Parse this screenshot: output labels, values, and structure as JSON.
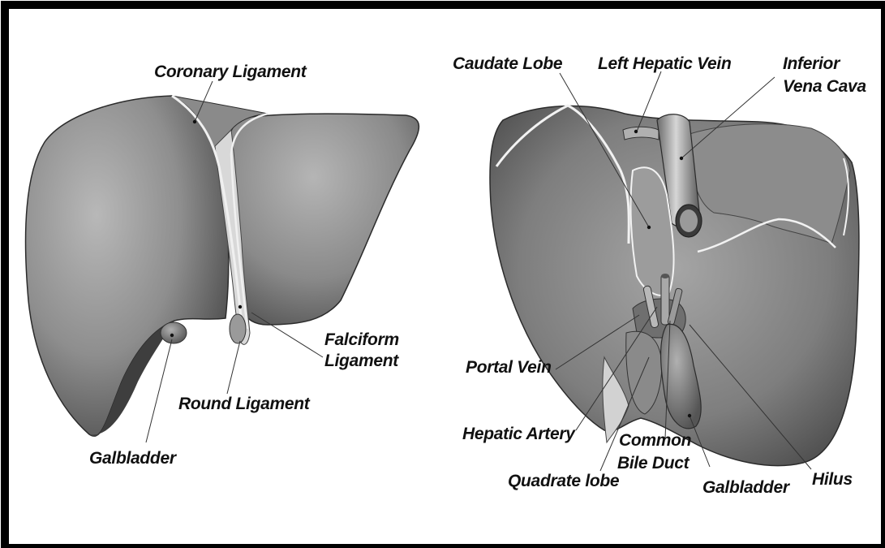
{
  "labels": {
    "coronary_ligament": "Coronary Ligament",
    "falciform_ligament_l1": "Falciform",
    "falciform_ligament_l2": "Ligament",
    "round_ligament": "Round Ligament",
    "galbladder_left": "Galbladder",
    "caudate_lobe": "Caudate Lobe",
    "left_hepatic_vein": "Left Hepatic Vein",
    "inferior_vena_cava_l1": "Inferior",
    "inferior_vena_cava_l2": "Vena Cava",
    "portal_vein": "Portal Vein",
    "hepatic_artery": "Hepatic Artery",
    "common_bile_duct_l1": "Common",
    "common_bile_duct_l2": "Bile Duct",
    "quadrate_lobe": "Quadrate lobe",
    "galbladder_right": "Galbladder",
    "hilus": "Hilus"
  }
}
